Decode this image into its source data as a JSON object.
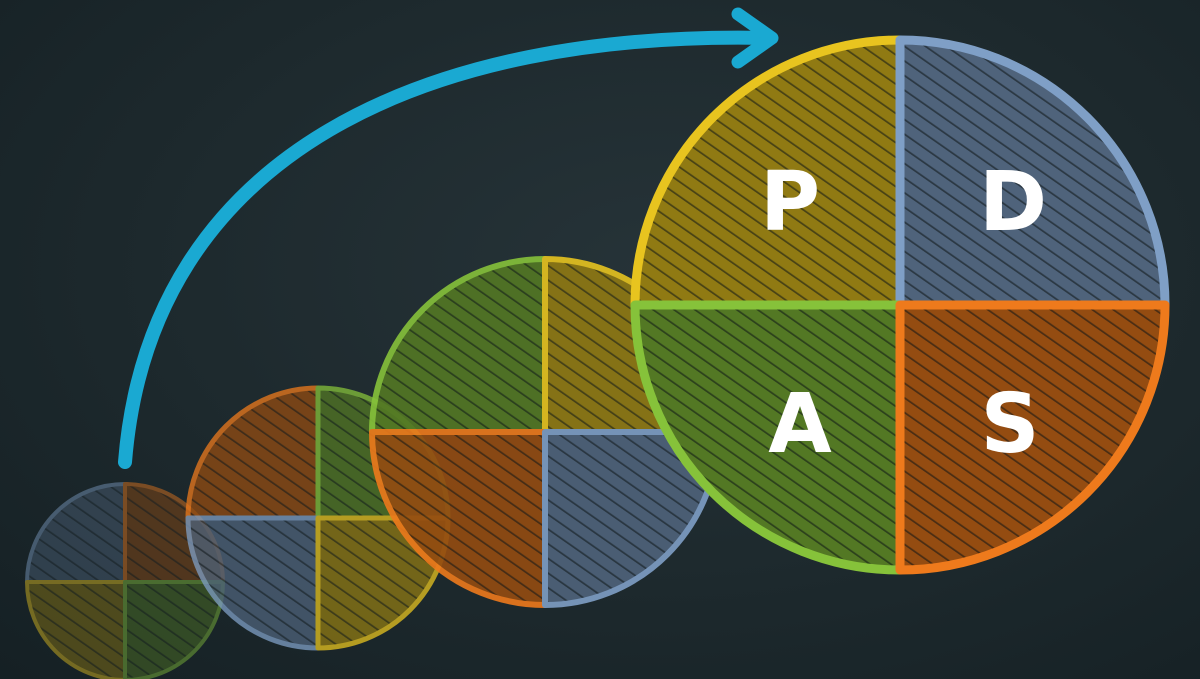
{
  "labels": {
    "plan": "P",
    "do": "D",
    "study": "S",
    "act": "A"
  },
  "colors": {
    "plan": "#e8c41f",
    "do": "#7f9fc6",
    "study": "#ee7a1c",
    "act": "#86c23a",
    "arrow": "#1aa9d2"
  }
}
